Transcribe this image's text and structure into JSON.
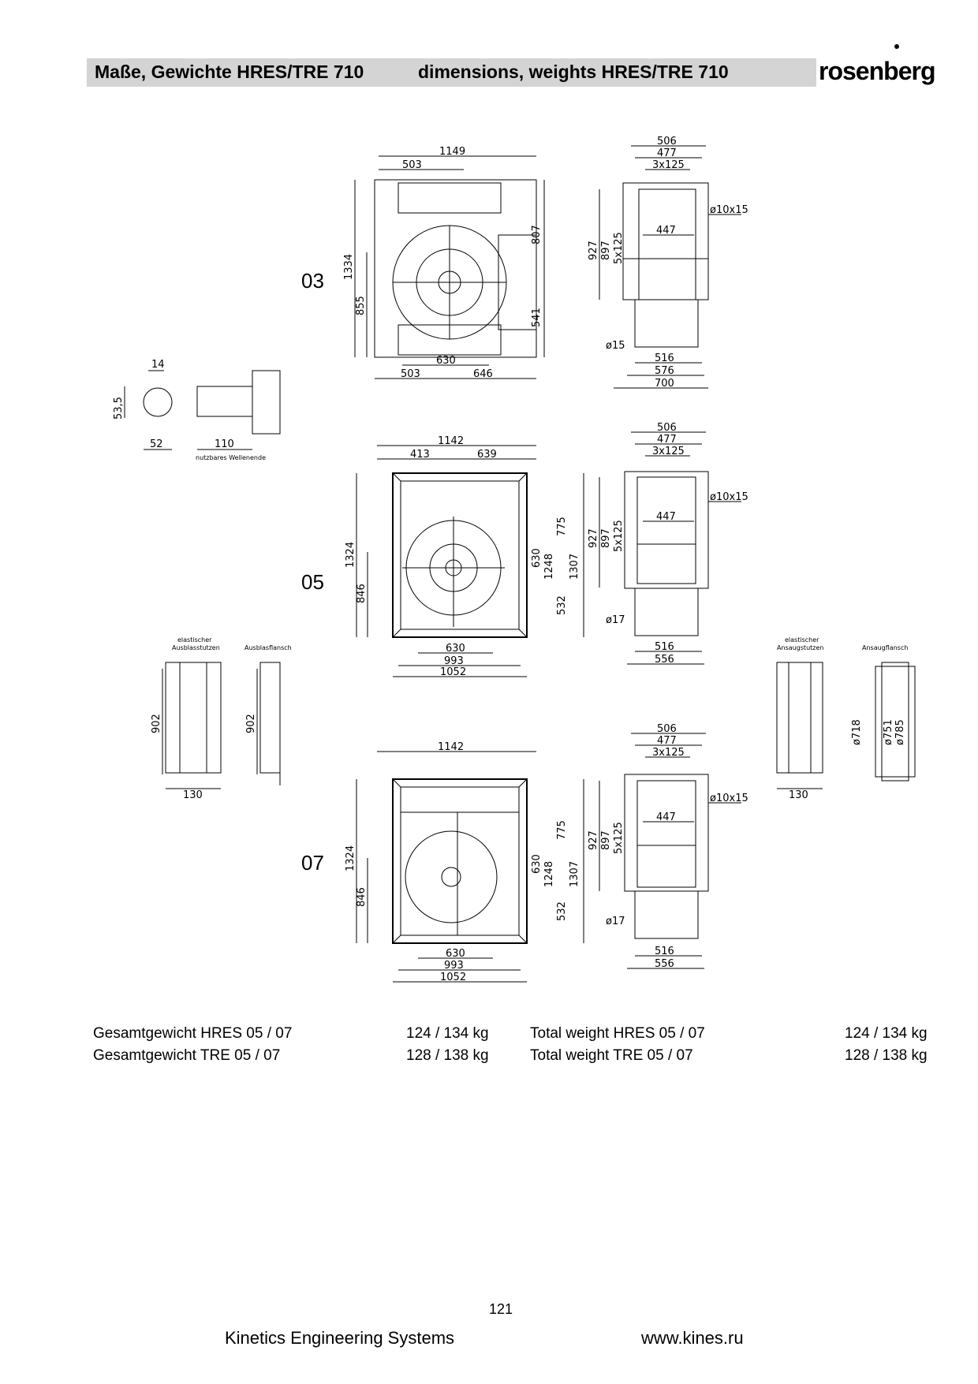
{
  "header": {
    "title_de": "Maße, Gewichte HRES/TRE 710",
    "title_en": "dimensions, weights HRES/TRE 710",
    "logo": "rosenberg"
  },
  "drawings": {
    "v03": {
      "label": "03",
      "w": "1149",
      "a": "503",
      "h": "1334",
      "c": "855",
      "r1": "807",
      "r2": "541",
      "b1": "630",
      "b2": "503",
      "b3": "646"
    },
    "v05": {
      "label": "05",
      "w": "1142",
      "a": "413",
      "b": "639",
      "h": "1324",
      "c": "846",
      "d1": "630",
      "d2": "1248",
      "d3": "1307",
      "d4": "775",
      "d5": "532",
      "b1": "630",
      "b2": "993",
      "b3": "1052"
    },
    "v07": {
      "label": "07",
      "w": "1142",
      "h": "1324",
      "c": "846",
      "d1": "630",
      "d2": "1248",
      "d3": "1307",
      "d4": "775",
      "d5": "532",
      "b1": "630",
      "b2": "993",
      "b3": "1052"
    },
    "s03": {
      "t1": "506",
      "t2": "477",
      "t3": "3x125",
      "m": "447",
      "hole": "ø10x15",
      "h1": "927",
      "h2": "897",
      "h3": "5x125",
      "f": "ø15",
      "b1": "516",
      "b2": "576",
      "b3": "700"
    },
    "s05": {
      "t1": "506",
      "t2": "477",
      "t3": "3x125",
      "m": "447",
      "hole": "ø10x15",
      "h1": "927",
      "h2": "897",
      "h3": "5x125",
      "f": "ø17",
      "b1": "516",
      "b2": "556"
    },
    "s07": {
      "t1": "506",
      "t2": "477",
      "t3": "3x125",
      "m": "447",
      "hole": "ø10x15",
      "h1": "927",
      "h2": "897",
      "h3": "5x125",
      "f": "ø17",
      "b1": "516",
      "b2": "556"
    },
    "shaft": {
      "d1": "14",
      "d2": "53,5",
      "d3": "52",
      "d4": "110",
      "note": "nutzbares Wellenende"
    },
    "outlet_flex": {
      "title1": "elastischer",
      "title2": "Ausblasstutzen",
      "h": "902",
      "w": "130"
    },
    "outlet_flange": {
      "title": "Ausblasflansch",
      "h": "902"
    },
    "inlet_flex": {
      "title1": "elastischer",
      "title2": "Ansaugstutzen",
      "w": "130"
    },
    "inlet_flange": {
      "title": "Ansaugflansch",
      "d1": "ø718",
      "d2": "ø751",
      "d3": "ø785"
    }
  },
  "weights": [
    {
      "de_label": "Gesamtgewicht HRES 05 / 07",
      "de_value": "124 / 134 kg",
      "en_label": "Total weight HRES  05 / 07",
      "en_value": "124 / 134 kg"
    },
    {
      "de_label": "Gesamtgewicht TRE 05 / 07",
      "de_value": "128 / 138 kg",
      "en_label": "Total weight TRE 05 / 07",
      "en_value": "128 / 138 kg"
    }
  ],
  "footer": {
    "page": "121",
    "company": "Kinetics Engineering Systems",
    "url": "www.kines.ru"
  }
}
